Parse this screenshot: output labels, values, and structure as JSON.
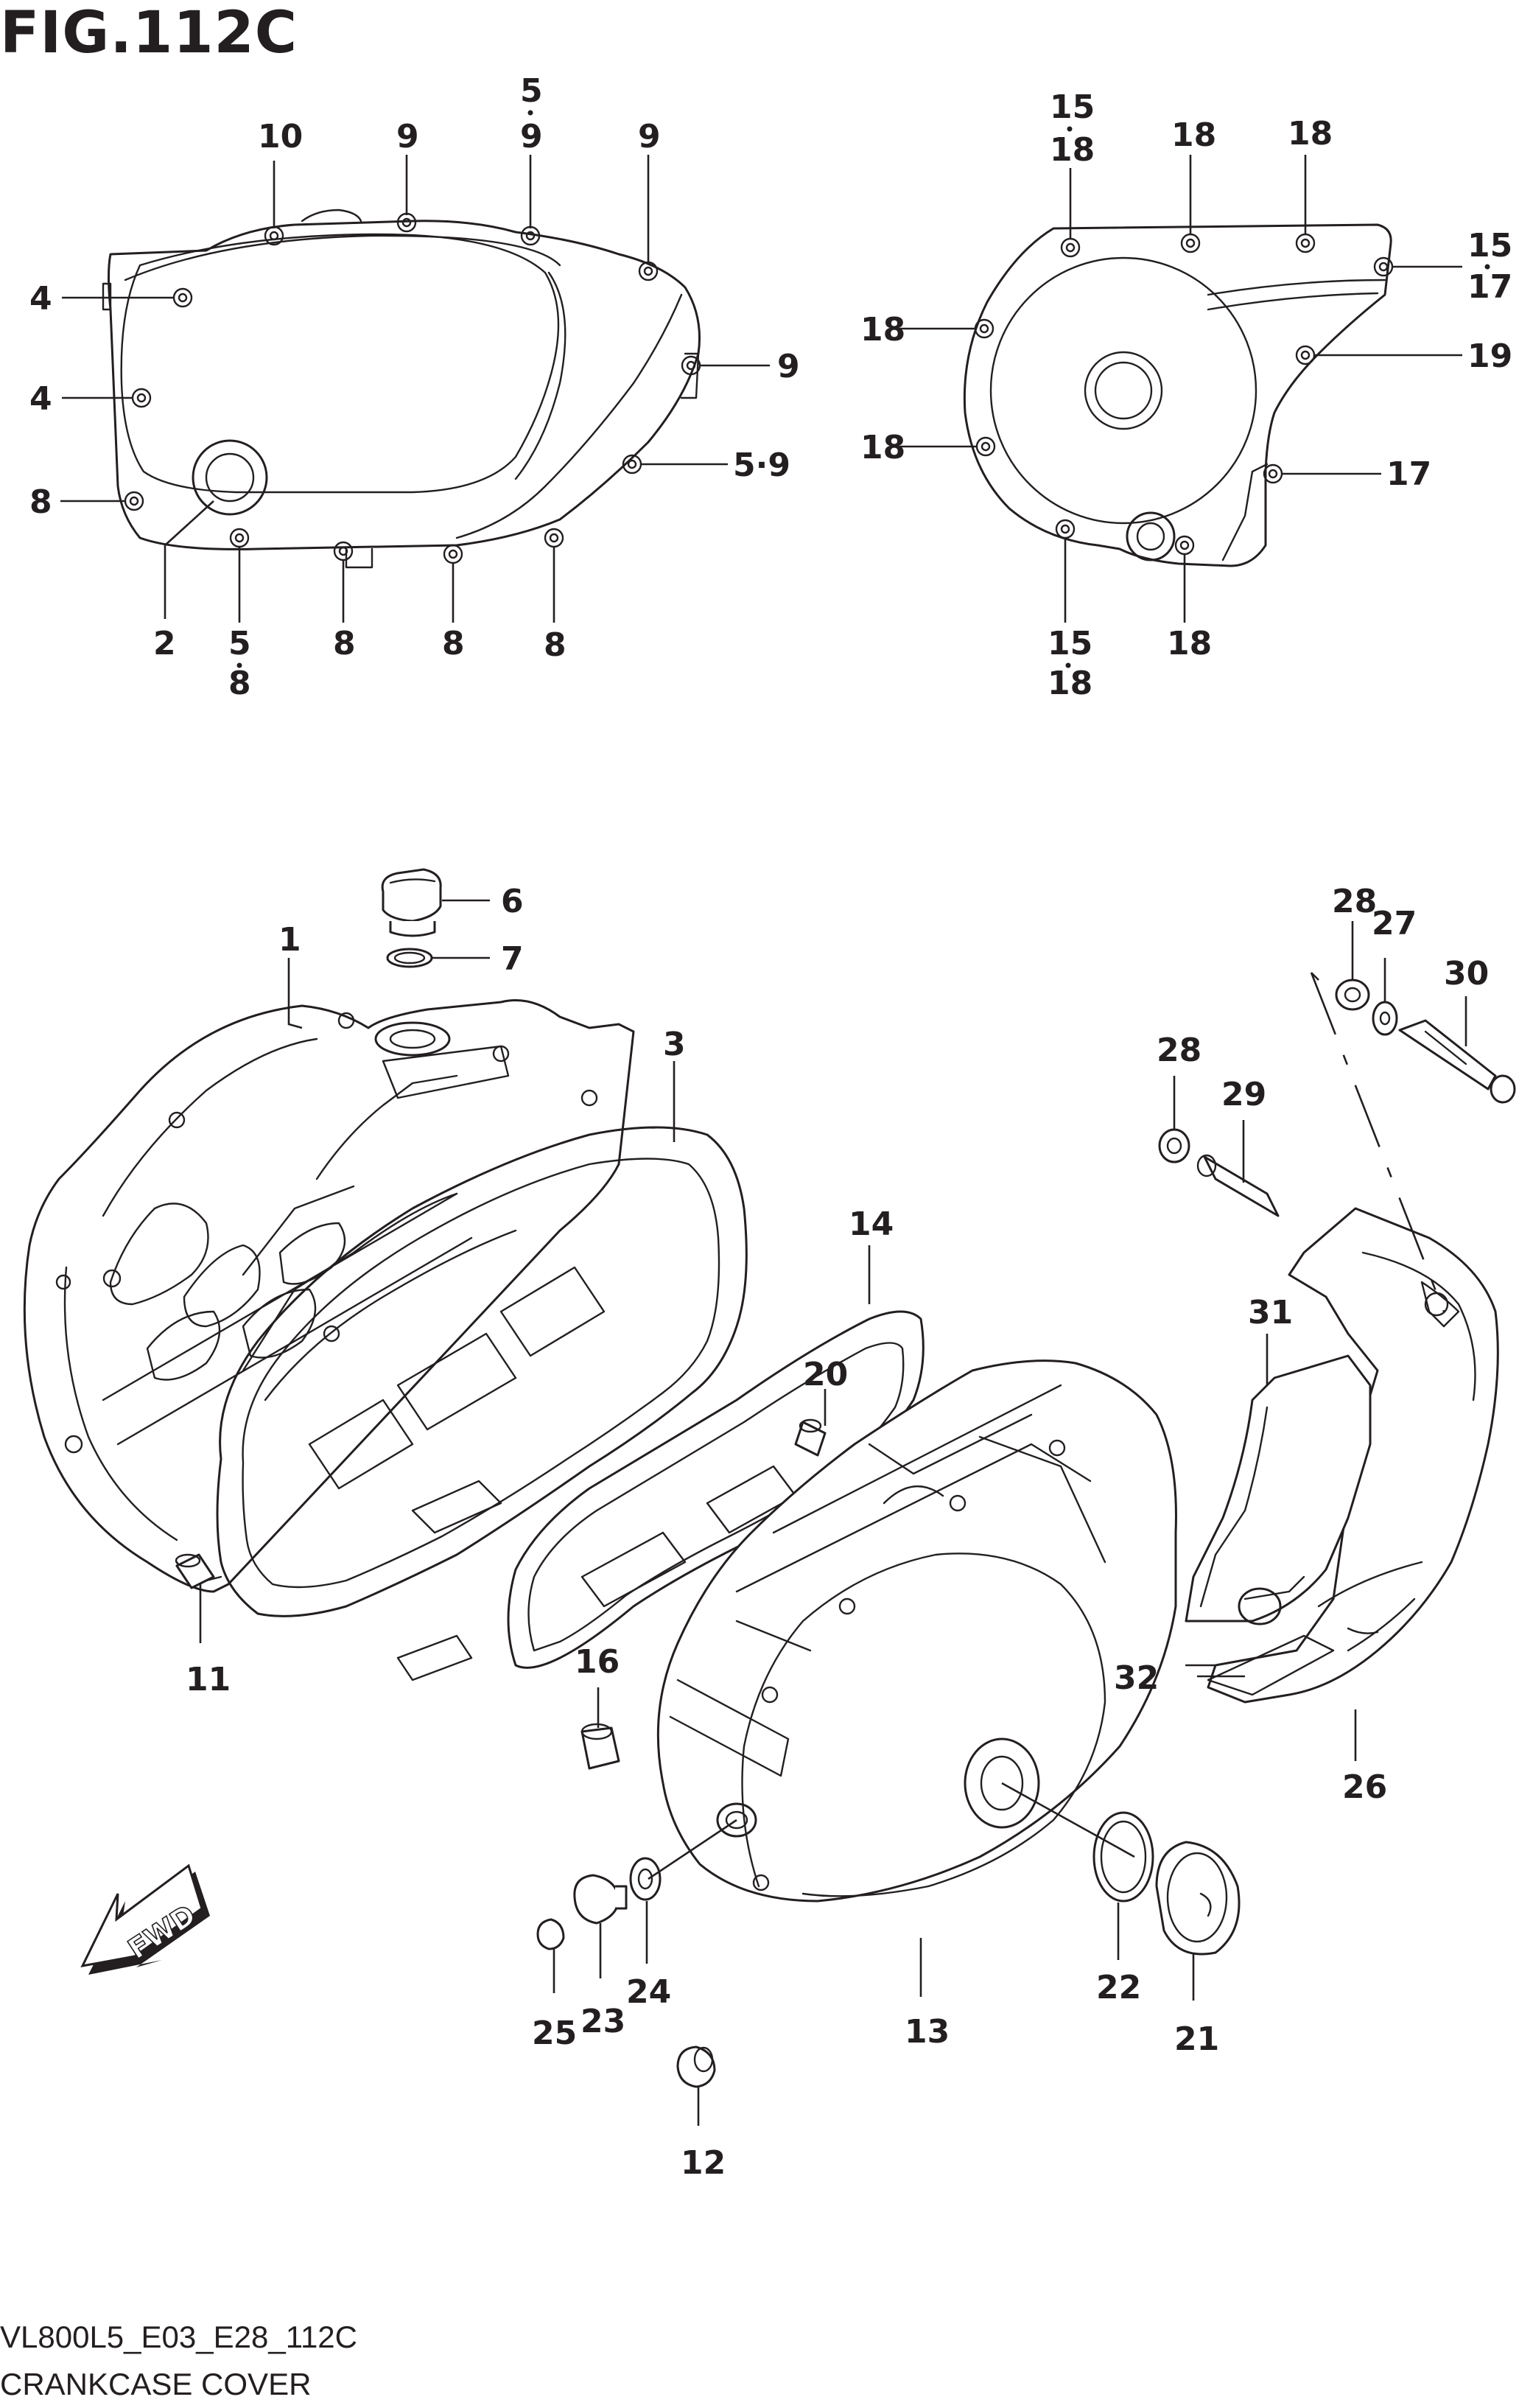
{
  "figure_title": "FIG.112C",
  "footer": {
    "model_code": "VL800L5_E03_E28_112C",
    "group_name": "CRANKCASE COVER"
  },
  "fwd_label": "FWD",
  "callouts": {
    "c_10": "10",
    "c_9a": "9",
    "c_5a": "5",
    "c_9b": "9",
    "c_9c": "9",
    "c_4a": "4",
    "c_4b": "4",
    "c_9d": "9",
    "c_59": "5·9",
    "c_8a": "8",
    "c_2": "2",
    "c_5b": "5",
    "c_8b": "8",
    "c_8c": "8",
    "c_8d": "8",
    "c_8e": "8",
    "c_15a": "15",
    "c_18a": "18",
    "c_18b": "18",
    "c_18c": "18",
    "c_15b": "15",
    "c_17a": "17",
    "c_18d": "18",
    "c_19": "19",
    "c_18e": "18",
    "c_17b": "17",
    "c_15c": "15",
    "c_18f": "18",
    "c_18g": "18",
    "c_6": "6",
    "c_7": "7",
    "c_1": "1",
    "c_3": "3",
    "c_14": "14",
    "c_11": "11",
    "c_20": "20",
    "c_16": "16",
    "c_28a": "28",
    "c_27": "27",
    "c_30": "30",
    "c_28b": "28",
    "c_29": "29",
    "c_31": "31",
    "c_32": "32",
    "c_26": "26",
    "c_22": "22",
    "c_21": "21",
    "c_13": "13",
    "c_24": "24",
    "c_23": "23",
    "c_25": "25",
    "c_12": "12"
  }
}
